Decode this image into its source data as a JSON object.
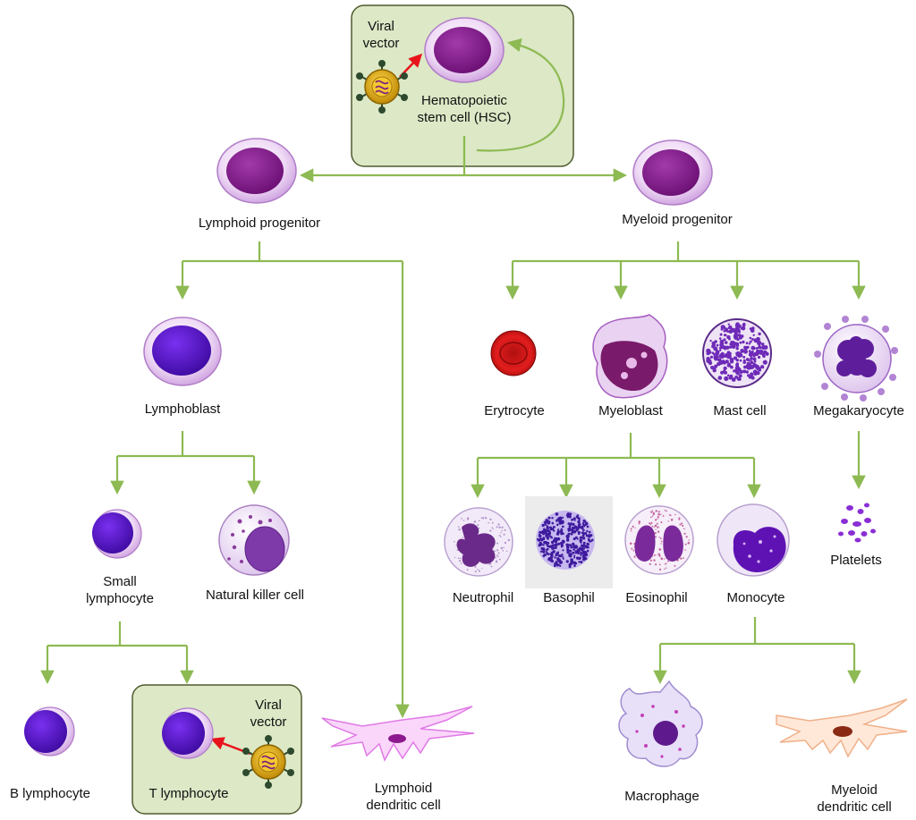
{
  "colors": {
    "connector": "#8dba52",
    "box_fill": "#dce8c6",
    "box_stroke": "#4e5a2e",
    "red_arrow": "#e8141c",
    "nucleus": "#7a1a82",
    "cytoplasm": "#e4c7ee",
    "lymph_nucleus": "#5a14c8"
  },
  "labels": {
    "viral_vector_top": "Viral\nvector",
    "hsc": "Hematopoietic\nstem cell (HSC)",
    "lymphoid_progenitor": "Lymphoid progenitor",
    "myeloid_progenitor": "Myeloid progenitor",
    "lymphoblast": "Lymphoblast",
    "small_lymphocyte": "Small\nlymphocyte",
    "natural_killer": "Natural killer cell",
    "b_lymphocyte": "B lymphocyte",
    "t_lymphocyte": "T lymphocyte",
    "viral_vector_bottom": "Viral\nvector",
    "lymphoid_dendritic": "Lymphoid\ndendritic cell",
    "erytrocyte": "Erytrocyte",
    "myeloblast": "Myeloblast",
    "mast_cell": "Mast cell",
    "megakaryocyte": "Megakaryocyte",
    "platelets": "Platelets",
    "neutrophil": "Neutrophil",
    "basophil": "Basophil",
    "eosinophil": "Eosinophil",
    "monocyte": "Monocyte",
    "macrophage": "Macrophage",
    "myeloid_dendritic": "Myeloid\ndendritic cell"
  }
}
